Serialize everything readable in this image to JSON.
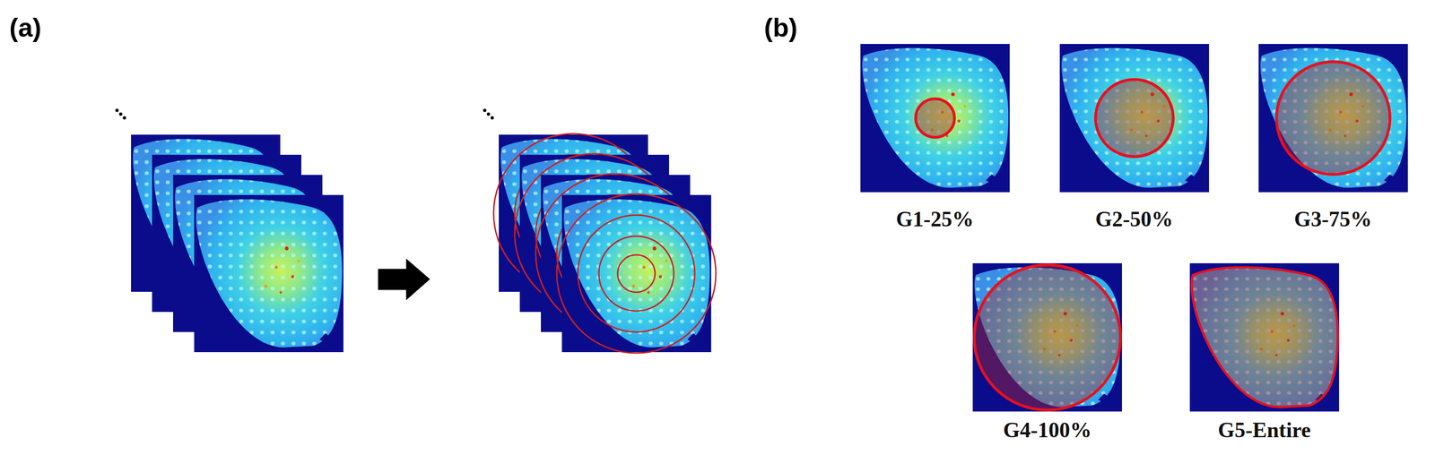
{
  "diagram": {
    "nodes": [
      {
        "text": [
          "G1-25%"
        ]
      },
      {
        "text": [
          "G2-50%"
        ]
      },
      {
        "text": [
          "G3-75%"
        ]
      },
      {
        "text": [
          "G4-100%"
        ]
      },
      {
        "text": [
          "G5-Entire"
        ]
      }
    ],
    "labels": [
      "(a)",
      "(b)"
    ]
  }
}
